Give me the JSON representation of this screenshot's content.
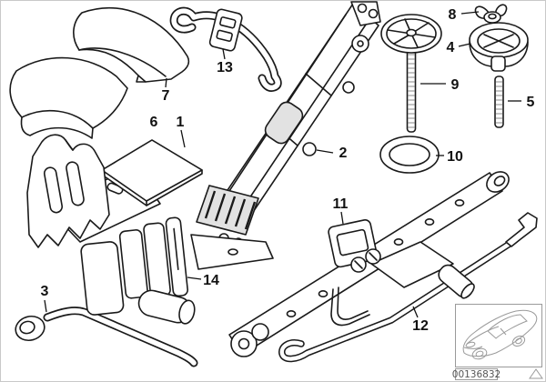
{
  "diagram": {
    "type": "car-tool-kit-parts-diagram",
    "callouts": [
      {
        "label": "1"
      },
      {
        "label": "2"
      },
      {
        "label": "3"
      },
      {
        "label": "4"
      },
      {
        "label": "5"
      },
      {
        "label": "6"
      },
      {
        "label": "7"
      },
      {
        "label": "8"
      },
      {
        "label": "9"
      },
      {
        "label": "10"
      },
      {
        "label": "11"
      },
      {
        "label": "12"
      },
      {
        "label": "13"
      },
      {
        "label": "14"
      }
    ],
    "part_number": "00136832",
    "colors": {
      "line": "#1a1a1a",
      "background": "#ffffff",
      "thumbnail_line": "#9a9a9a",
      "shade": "#e2e2e2"
    }
  }
}
